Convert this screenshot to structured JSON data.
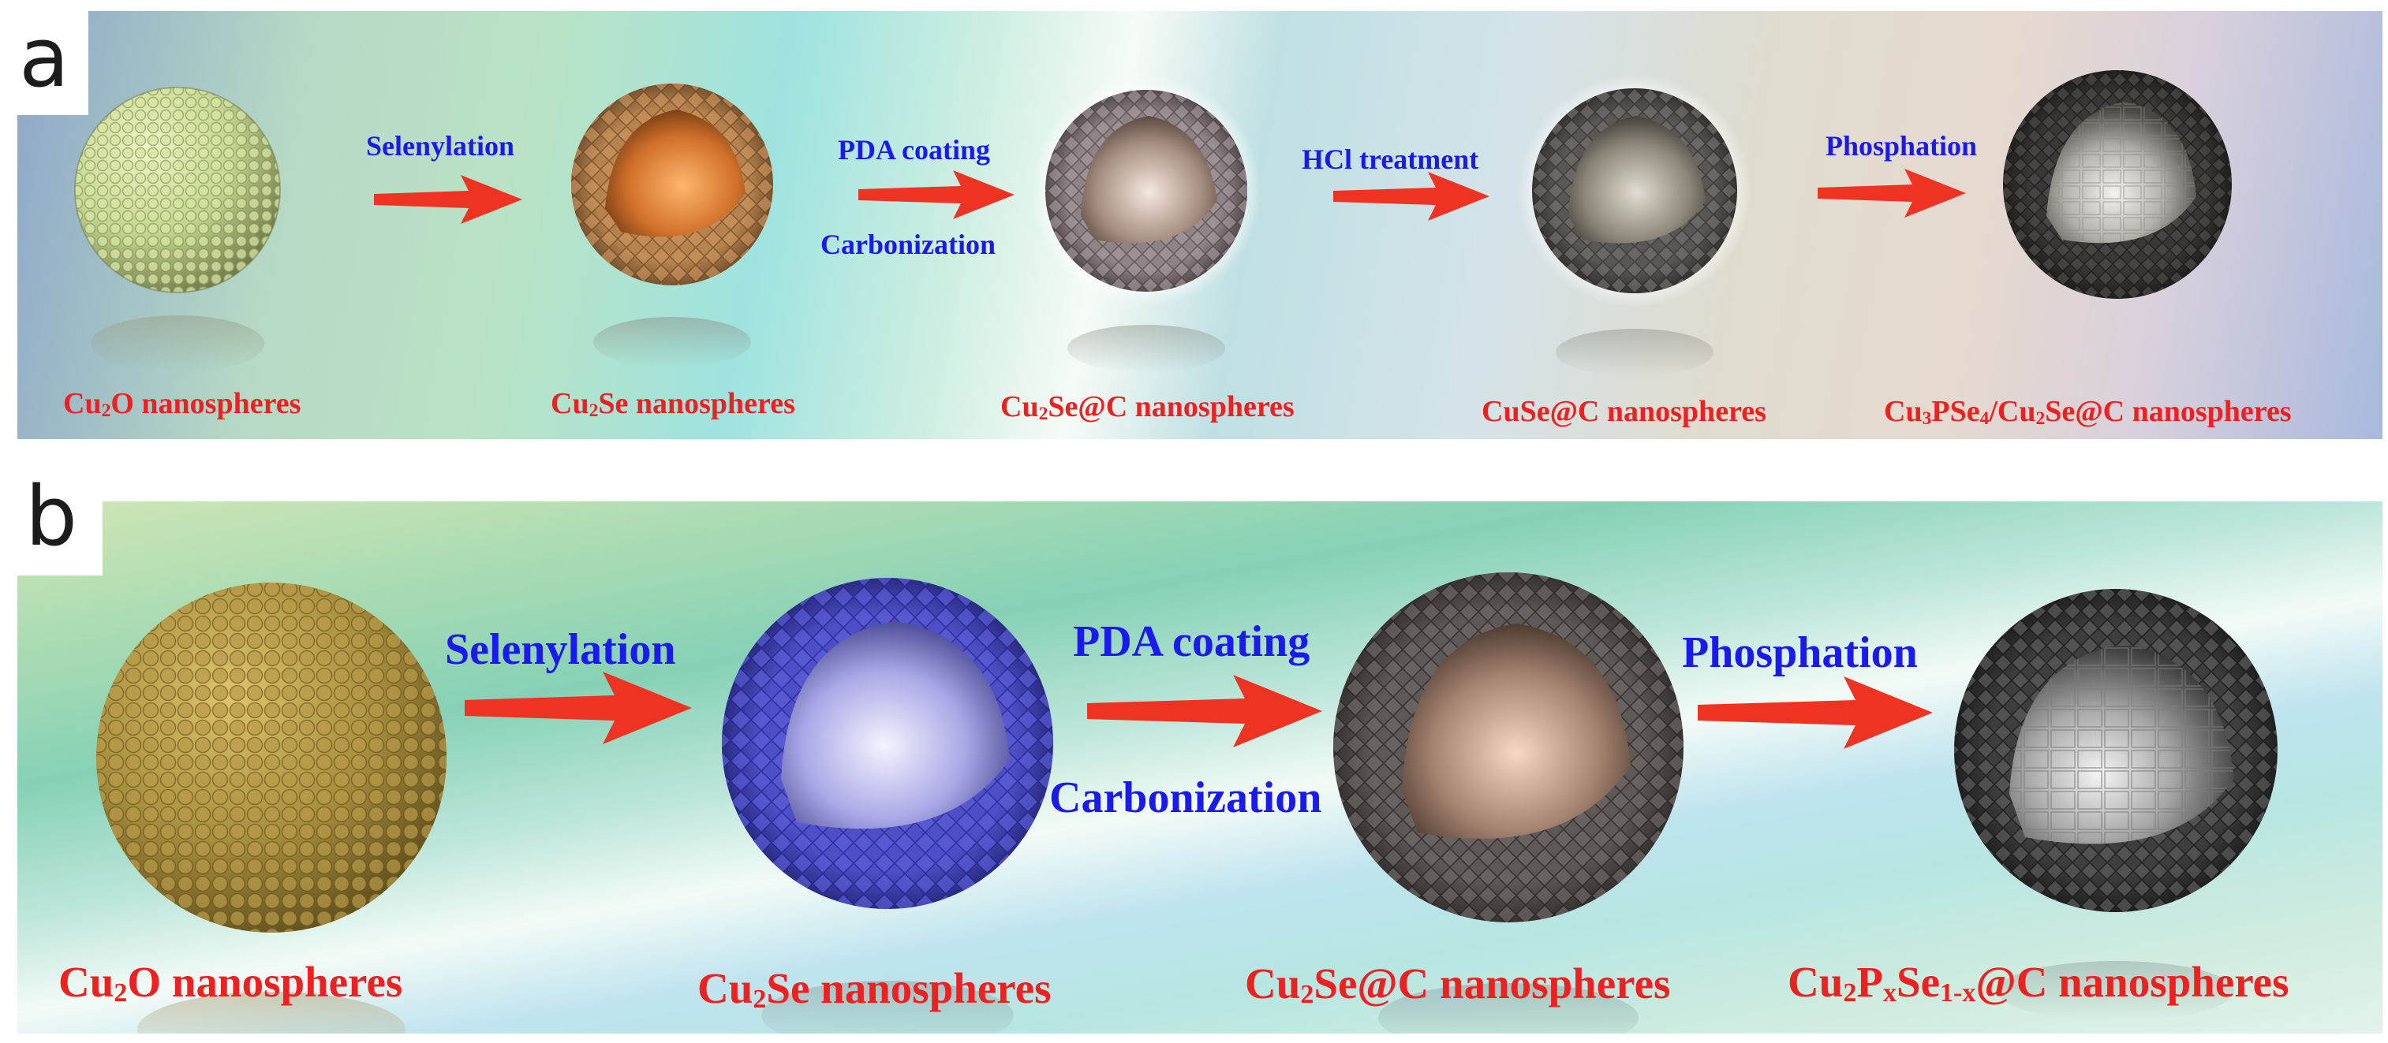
{
  "panel_a": {
    "letter": "a",
    "steps": [
      "Selenylation",
      "PDA coating",
      "Carbonization",
      "HCl treatment",
      "Phosphation"
    ],
    "products": [
      {
        "parts": [
          [
            "Cu",
            ""
          ],
          [
            "2",
            "sub"
          ],
          [
            "O nanospheres",
            ""
          ]
        ]
      },
      {
        "parts": [
          [
            "Cu",
            ""
          ],
          [
            "2",
            "sub"
          ],
          [
            "Se nanospheres",
            ""
          ]
        ]
      },
      {
        "parts": [
          [
            "Cu",
            ""
          ],
          [
            "2",
            "sub"
          ],
          [
            "Se@C nanospheres",
            ""
          ]
        ]
      },
      {
        "parts": [
          [
            "CuSe@C nanospheres",
            ""
          ]
        ]
      },
      {
        "parts": [
          [
            "Cu",
            ""
          ],
          [
            "3",
            "sub"
          ],
          [
            "PSe",
            ""
          ],
          [
            "4",
            "sub"
          ],
          [
            "/Cu",
            ""
          ],
          [
            "2",
            "sub"
          ],
          [
            "Se@C nanospheres",
            ""
          ]
        ]
      }
    ]
  },
  "panel_b": {
    "letter": "b",
    "steps": [
      "Selenylation",
      "PDA coating",
      "Carbonization",
      "Phosphation"
    ],
    "products": [
      {
        "parts": [
          [
            "Cu",
            ""
          ],
          [
            "2",
            "sub"
          ],
          [
            "O nanospheres",
            ""
          ]
        ]
      },
      {
        "parts": [
          [
            "Cu",
            ""
          ],
          [
            "2",
            "sub"
          ],
          [
            "Se nanospheres",
            ""
          ]
        ]
      },
      {
        "parts": [
          [
            "Cu",
            ""
          ],
          [
            "2",
            "sub"
          ],
          [
            "Se@C nanospheres",
            ""
          ]
        ]
      },
      {
        "parts": [
          [
            "Cu",
            ""
          ],
          [
            "2",
            "sub"
          ],
          [
            "P",
            ""
          ],
          [
            "x",
            "sub"
          ],
          [
            "Se",
            ""
          ],
          [
            "1-x",
            "sub"
          ],
          [
            "@C nanospheres",
            ""
          ]
        ]
      }
    ]
  },
  "colors": {
    "step_text": "#1a1aef",
    "product_text": "#ef2020",
    "arrow": "#ee3322",
    "cu2o_a": "#c9d89a",
    "cu2o_b": "#a08a3c",
    "cu2se_a": "#b07a48",
    "cu2se_b": "#4b4cc6",
    "carbon_shell": "#6a6060",
    "dark_shell": "#3c3c3c"
  },
  "icons": [
    "solid-sphere",
    "hollow-sphere",
    "process-arrow"
  ]
}
